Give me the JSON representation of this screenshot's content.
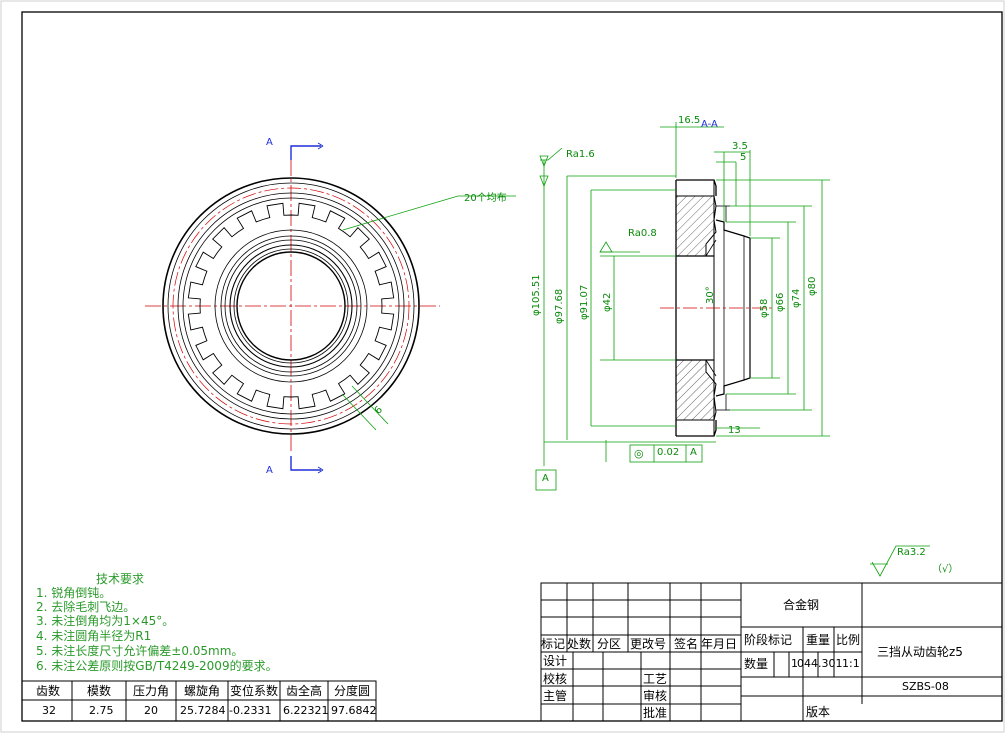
{
  "drawing": {
    "section_letters": [
      "A",
      "A"
    ],
    "section_label": "A-A",
    "even_note": "20个均布",
    "face_width_dim": "6",
    "roughness_top": "Ra1.6",
    "roughness_mid": "Ra0.8",
    "roughness_corner": "Ra3.2",
    "roughness_corner_paren": "（√）",
    "dims_left": [
      "φ105.51",
      "φ97.68",
      "φ91.07",
      "φ42"
    ],
    "dims_right": [
      "φ58",
      "φ66",
      "φ74",
      "φ80"
    ],
    "dim_top": "16.5",
    "dim_35": "3.5",
    "dim_5": "5",
    "dim_13": "13",
    "angle": "30°",
    "datum": "A",
    "tolerance": {
      "symbol": "◎",
      "value": "0.02",
      "datum": "A"
    }
  },
  "tech_req": {
    "title": "技术要求",
    "items": [
      "1.   锐角倒钝。",
      "2.   去除毛刺飞边。",
      "3.   未注倒角均为1×45°。",
      "4.   未注圆角半径为R1",
      "5.   未注长度尺寸允许偏差±0.05mm。",
      "6.   未注公差原则按GB/T4249-2009的要求。"
    ]
  },
  "gear_table": {
    "headers": [
      "齿数",
      "模数",
      "压力角",
      "螺旋角",
      "变位系数",
      "齿全高",
      "分度圆"
    ],
    "values": [
      "32",
      "2.75",
      "20",
      "25.7284",
      "-0.2331",
      "6.22321",
      "97.6842"
    ]
  },
  "title_block": {
    "material": "合金钢",
    "rev_headers": [
      "标记",
      "处数",
      "分区",
      "更改号",
      "签名",
      "年月日"
    ],
    "roles": [
      "设计",
      "校核",
      "主管"
    ],
    "roles2": [
      "工艺",
      "审核",
      "批准"
    ],
    "stage": "阶段标记",
    "weight": "重量",
    "scale": "比例",
    "qty_label": "数量",
    "qty_value": "1",
    "weight_value": "044.301",
    "scale_value": "1:1",
    "part_name": "三挡从动齿轮z5",
    "drawing_no": "SZBS-08",
    "version_label": "版本"
  }
}
